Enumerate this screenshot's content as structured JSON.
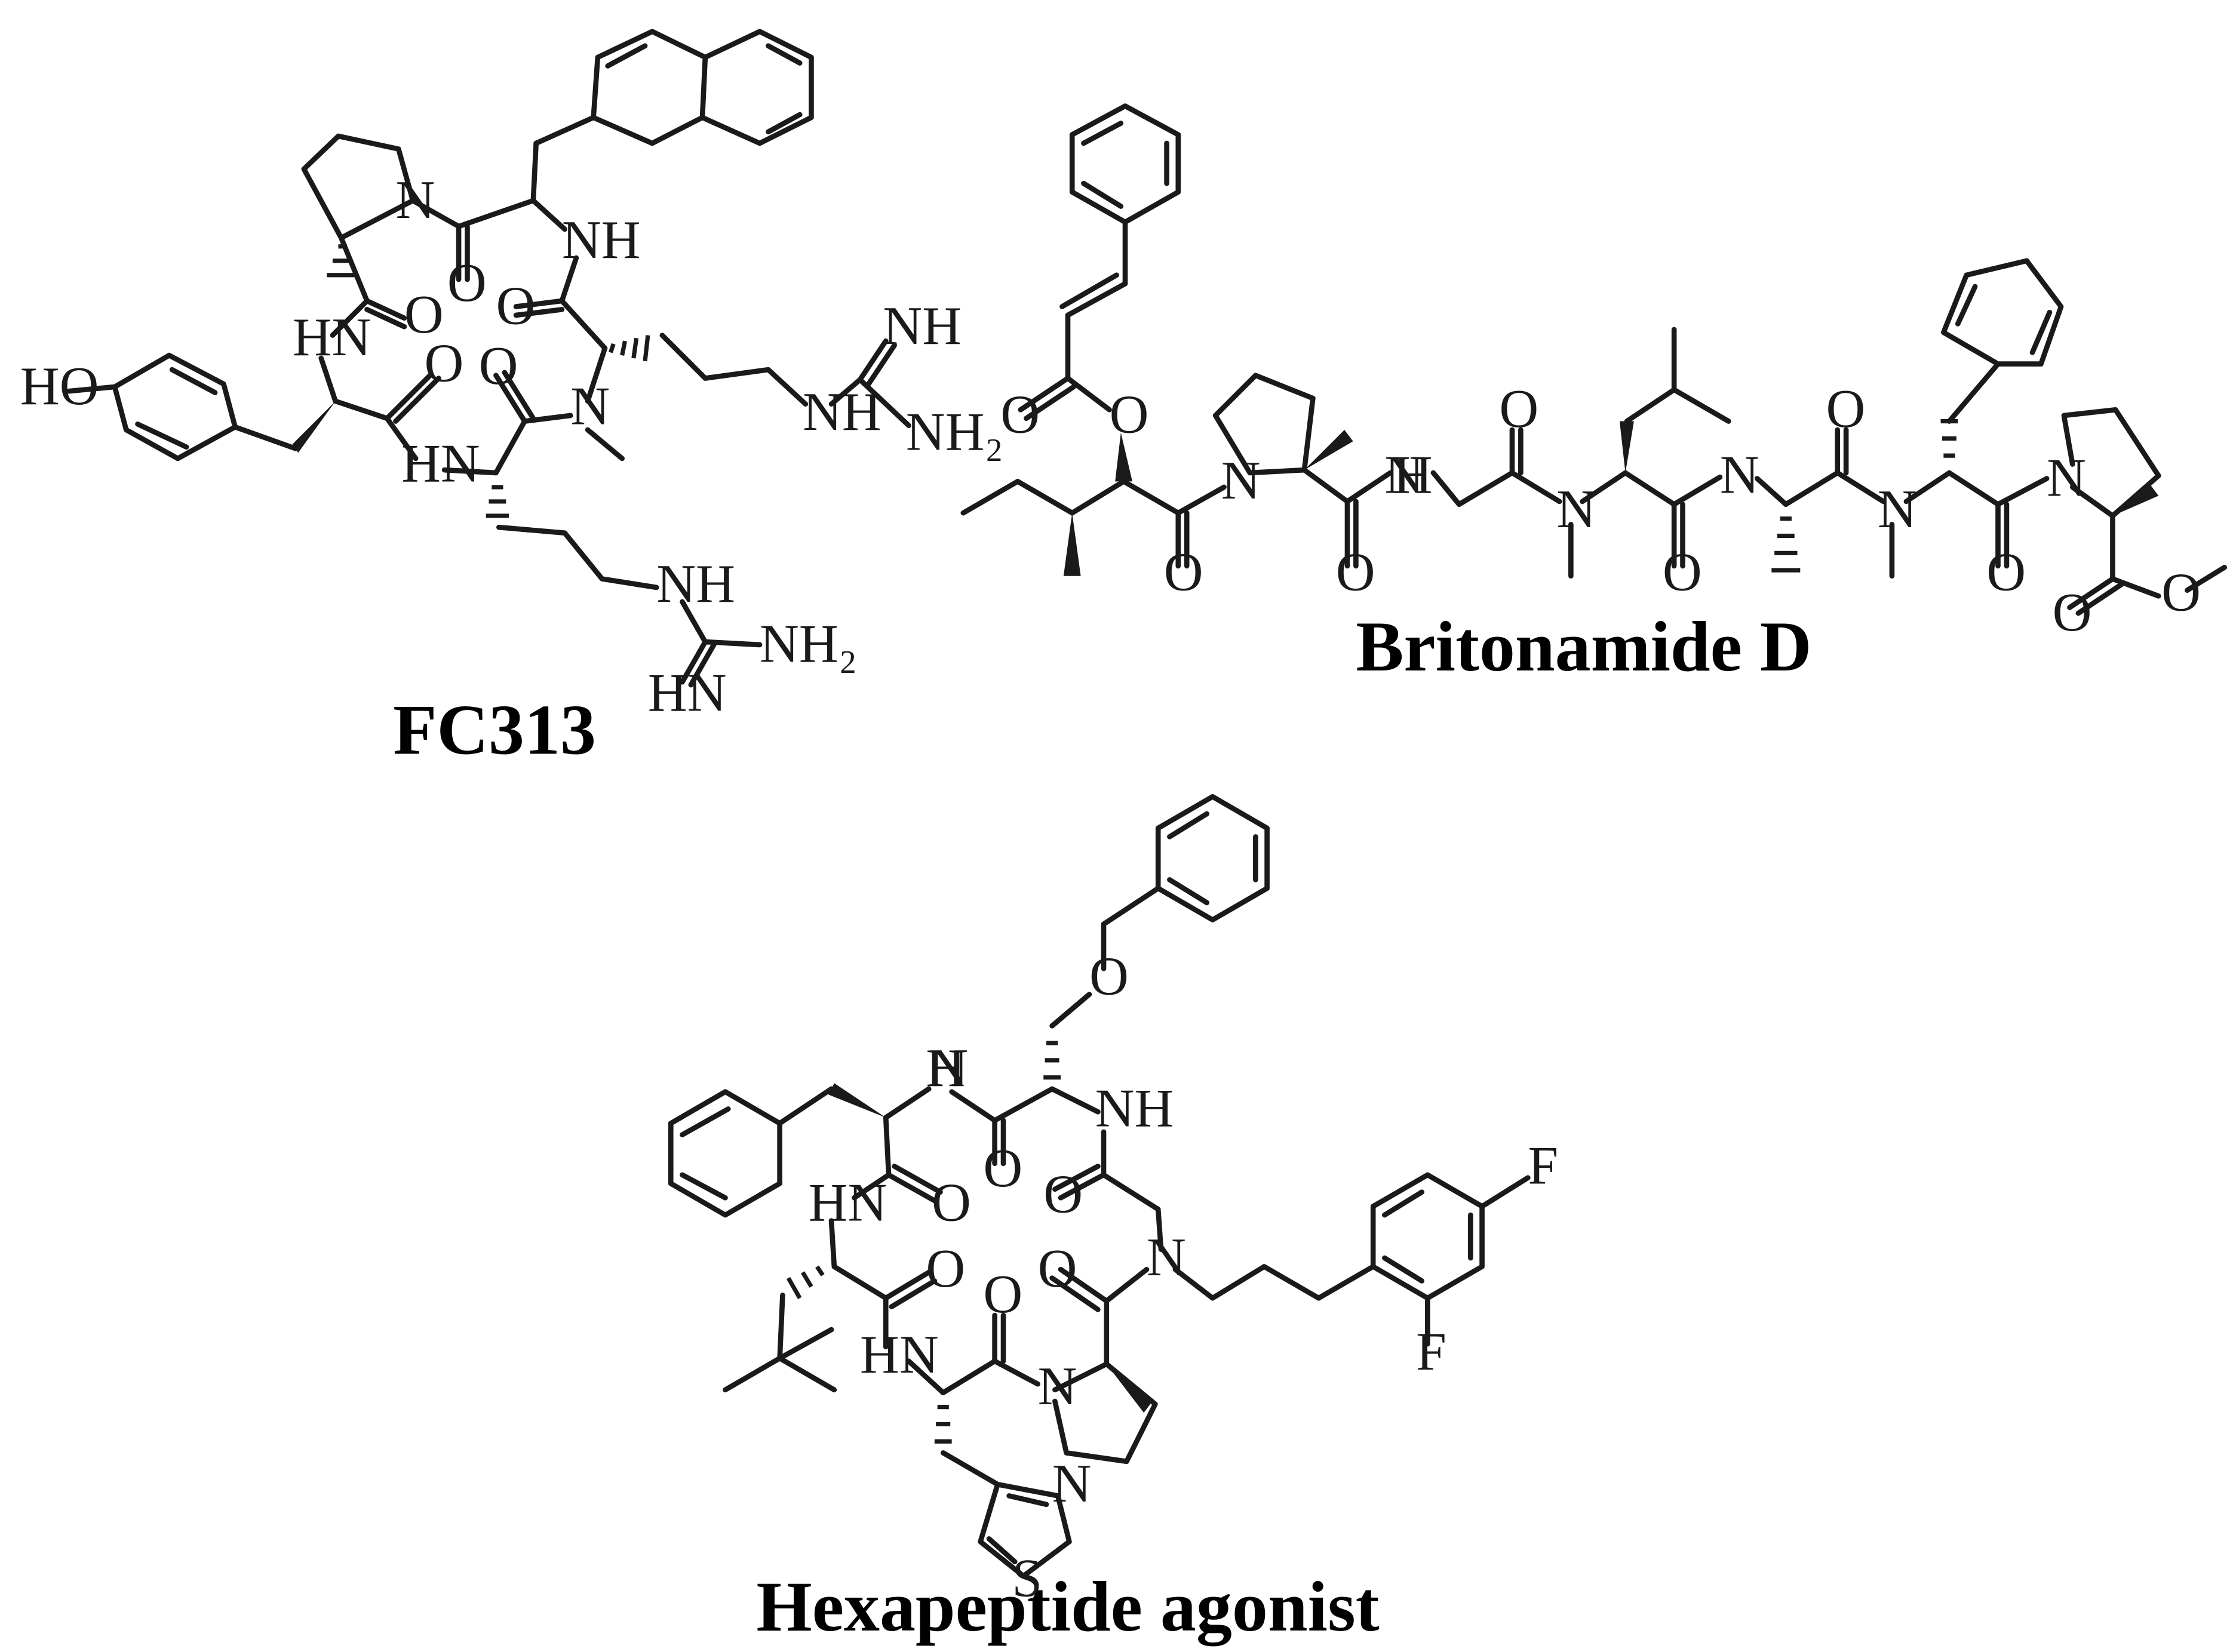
{
  "captions": {
    "fc313": "FC313",
    "britonamide": "Britonamide D",
    "hexapeptide": "Hexapeptide agonist"
  },
  "atom_labels": {
    "HO": "HO",
    "HN": "HN",
    "NH": "NH",
    "N": "N",
    "O": "O",
    "S": "S",
    "F": "F",
    "NH2": "NH₂"
  }
}
